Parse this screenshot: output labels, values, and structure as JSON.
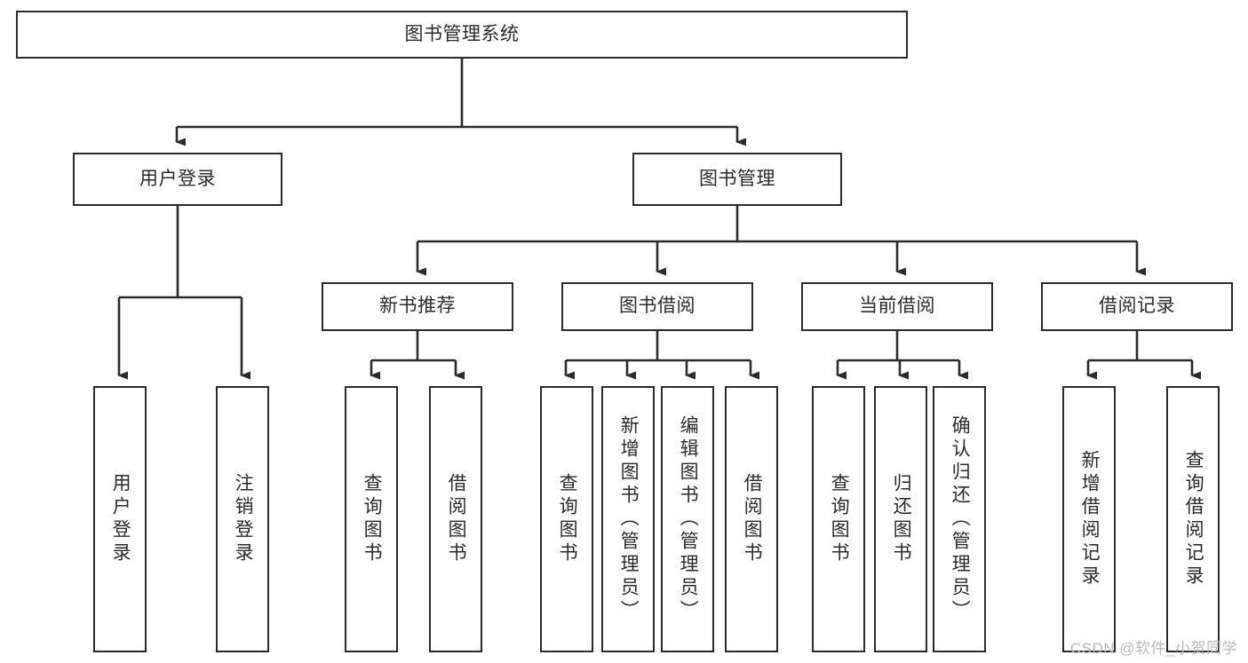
{
  "diagram": {
    "type": "tree-hierarchy-chart",
    "title": "图书管理系统",
    "root": {
      "label": "图书管理系统"
    },
    "level2": [
      {
        "label": "用户登录"
      },
      {
        "label": "图书管理"
      }
    ],
    "level3": [
      {
        "label": "新书推荐"
      },
      {
        "label": "图书借阅"
      },
      {
        "label": "当前借阅"
      },
      {
        "label": "借阅记录"
      }
    ],
    "leaves": {
      "user_login": [
        {
          "label": "用户登录"
        },
        {
          "label": "注销登录"
        }
      ],
      "new_book_recommend": [
        {
          "label": "查询图书"
        },
        {
          "label": "借阅图书"
        }
      ],
      "book_borrow": [
        {
          "label": "查询图书"
        },
        {
          "label": "新增图书（管理员）"
        },
        {
          "label": "编辑图书（管理员）"
        },
        {
          "label": "借阅图书"
        }
      ],
      "current_borrow": [
        {
          "label": "查询图书"
        },
        {
          "label": "归还图书"
        },
        {
          "label": "确认归还（管理员）"
        }
      ],
      "borrow_record": [
        {
          "label": "新增借阅记录"
        },
        {
          "label": "查询借阅记录"
        }
      ]
    }
  },
  "watermark": {
    "text": "CSDN @软件_小贺同学"
  },
  "colors": {
    "stroke": "#2b2b2b",
    "background": "#ffffff",
    "watermark": "#b9b9b9"
  }
}
